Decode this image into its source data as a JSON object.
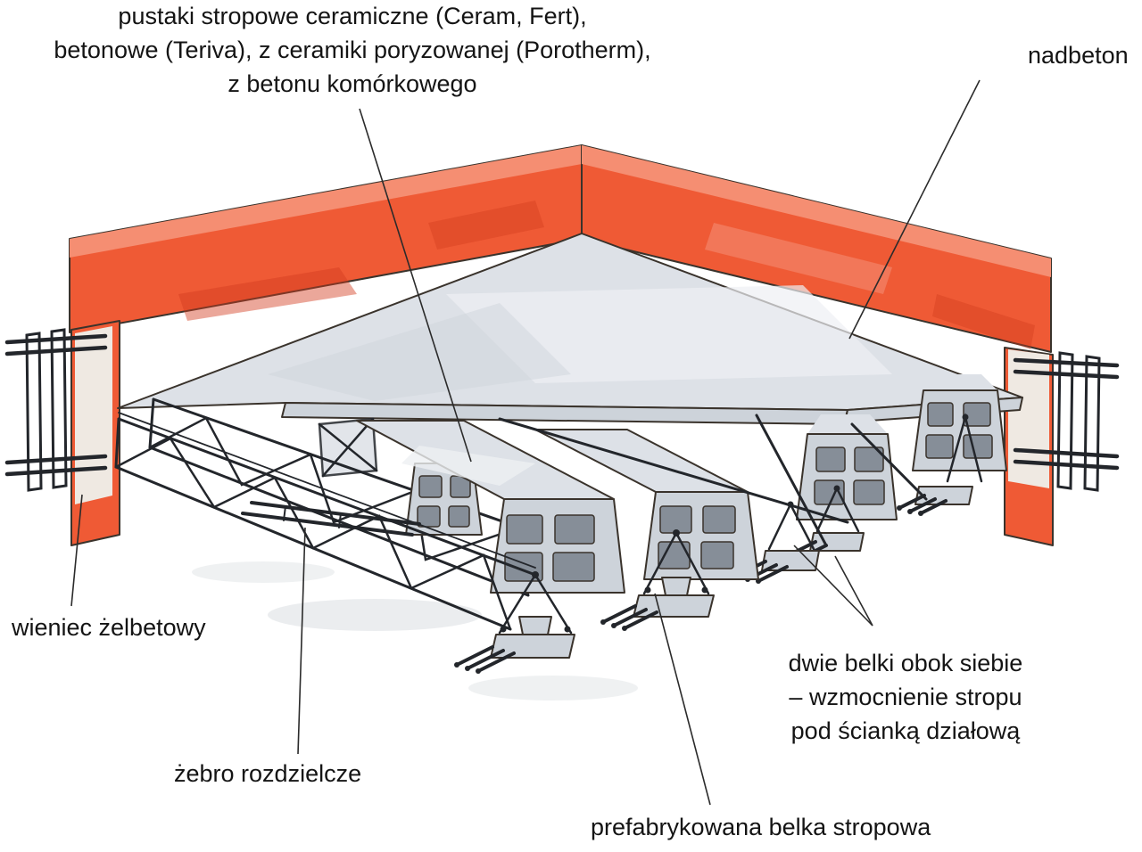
{
  "page": {
    "background": "#ffffff"
  },
  "colors": {
    "wall_red": "#ef5a35",
    "wall_red_light": "#f58e72",
    "wall_red_dark": "#d23b1e",
    "concrete_light": "#dde1e7",
    "concrete_mid": "#cdd3da",
    "hole_grey": "#868e98",
    "ink": "#23262b"
  },
  "labels": {
    "pustaki": "pustaki stropowe ceramiczne (Ceram, Fert),\nbetonowe (Teriva), z ceramiki poryzowanej (Porotherm),\nz betonu komórkowego",
    "nadbeton": "nadbeton",
    "wieniec": "wieniec żelbetowy",
    "zebro": "żebro rozdzielcze",
    "dwie_belki": "dwie belki obok siebie\n– wzmocnienie stropu\npod ścianką działową",
    "prefab": "prefabrykowana belka stropowa"
  }
}
